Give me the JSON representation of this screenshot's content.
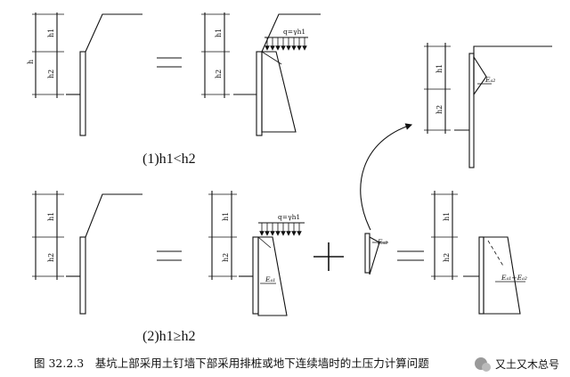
{
  "labels": {
    "h": "h",
    "h1": "h1",
    "h2": "h2"
  },
  "load_label": "q=γh1",
  "e_a1": "Eₐ₁",
  "e_a2": "Eₐ₂",
  "e_sum": "Eₐ₁+Eₐ₂",
  "case1": "(1)h1<h2",
  "case2": "(2)h1≥h2",
  "caption": "图 32.2.3　基坑上部采用土钉墙下部采用排桩或地下连续墙时的土压力计算问题",
  "watermark": "又土又木总号"
}
